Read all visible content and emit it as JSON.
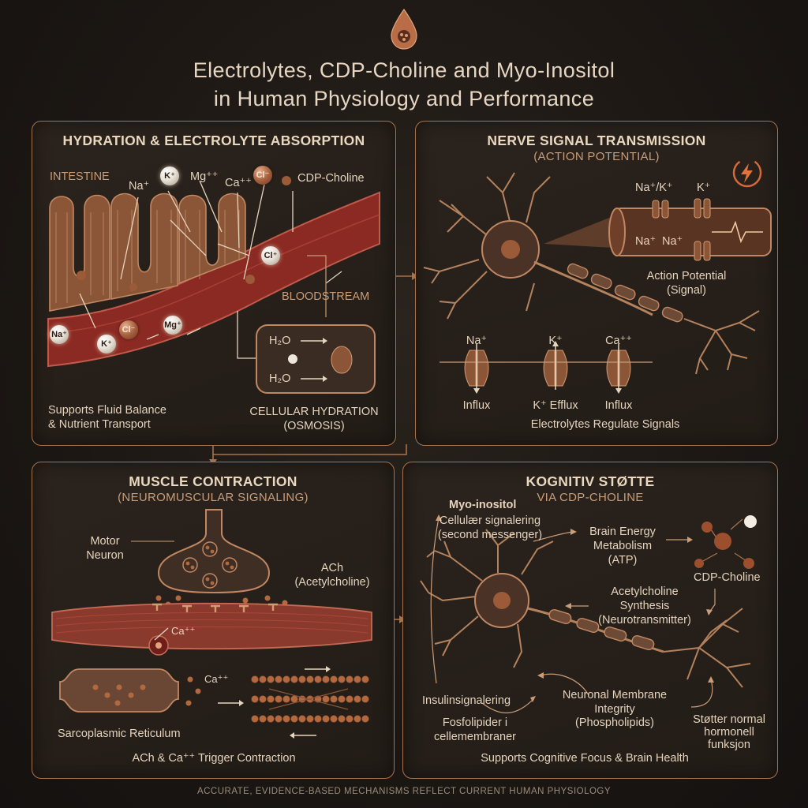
{
  "title": {
    "line1": "Electrolytes, CDP-Choline and Myo-Inositol",
    "line2": "in Human Physiology and Performance"
  },
  "colors": {
    "accent": "#a5734d",
    "blood": "#8a2a23",
    "tissue": "#8a5637",
    "text": "#e6d4bd",
    "muted": "#c89d78"
  },
  "icons": {
    "header": "drop-icon",
    "nerve": "lightning-icon"
  },
  "hydration": {
    "title": "HYDRATION & ELECTROLYTE ABSORPTION",
    "intestine": "INTESTINE",
    "ions_top": {
      "na": "Na⁺",
      "k": "K⁺",
      "mg": "Mg⁺⁺",
      "ca": "Ca⁺⁺",
      "cl": "Cl⁻",
      "cdp": "CDP-Choline"
    },
    "ions_blood": {
      "na": "Na⁺",
      "k": "K⁺",
      "cl": "Cl⁻",
      "mg": "Mg⁺",
      "cl2": "Cl⁺"
    },
    "bloodstream": "BLOODSTREAM",
    "h2o_1": "H₂O",
    "h2o_2": "H₂O",
    "caption": [
      "Supports Fluid Balance",
      "& Nutrient Transport"
    ],
    "cell_label": [
      "CELLULAR HYDRATION",
      "(OSMOSIS)"
    ]
  },
  "nerve": {
    "title": "NERVE SIGNAL TRANSMISSION",
    "subtitle": "(ACTION POTENTIAL)",
    "pump": "Na⁺/K⁺",
    "k_top": "K⁺",
    "na_a": "Na⁺",
    "na_b": "Na⁺",
    "action_potential": [
      "Action Potential",
      "(Signal)"
    ],
    "channels": [
      {
        "ion": "Na⁺",
        "label": "Influx"
      },
      {
        "ion": "K⁺",
        "label": "K⁺ Efflux"
      },
      {
        "ion": "Ca⁺⁺",
        "label": "Influx"
      }
    ],
    "caption": "Electrolytes Regulate Signals"
  },
  "muscle": {
    "title": "MUSCLE CONTRACTION",
    "subtitle": "(NEUROMUSCULAR SIGNALING)",
    "motor_neuron": [
      "Motor",
      "Neuron"
    ],
    "ach": [
      "ACh",
      "(Acetylcholine)"
    ],
    "ca1": "Ca⁺⁺",
    "ca2": "Ca⁺⁺",
    "sr": "Sarcoplasmic Reticulum",
    "caption": "ACh & Ca⁺⁺ Trigger Contraction"
  },
  "cognitive": {
    "title": "KOGNITIV STØTTE",
    "subtitle": "VIA CDP-CHOLINE",
    "myo": "Myo-inositol",
    "myo_desc": [
      "Cellulær signalering",
      "(second messenger)"
    ],
    "energy": [
      "Brain Energy",
      "Metabolism",
      "(ATP)"
    ],
    "cdp": "CDP-Choline",
    "ach_synth": [
      "Acetylcholine",
      "Synthesis",
      "(Neurotransmitter)"
    ],
    "insulin": "Insulinsignalering",
    "fosfo": [
      "Fosfolipider i",
      "cellemembraner"
    ],
    "membrane": [
      "Neuronal Membrane",
      "Integrity",
      "(Phospholipids)"
    ],
    "hormone": [
      "Støtter normal",
      "hormonell",
      "funksjon"
    ],
    "caption": "Supports Cognitive Focus & Brain Health"
  },
  "footer": "ACCURATE, EVIDENCE-BASED MECHANISMS REFLECT CURRENT HUMAN PHYSIOLOGY"
}
